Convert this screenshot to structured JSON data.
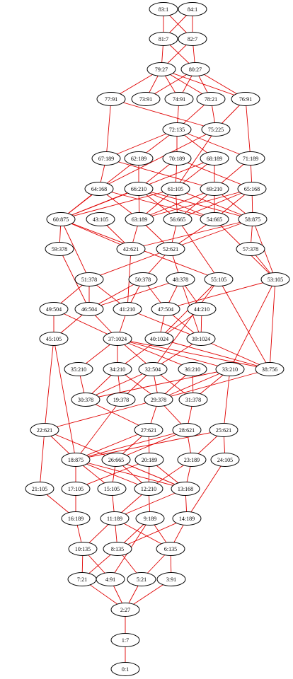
{
  "colors": {
    "edge": "#e00000",
    "node_stroke": "#000000",
    "background": "#ffffff",
    "label": "#000000"
  },
  "nodes": [
    {
      "id": "n83",
      "label": "83:1"
    },
    {
      "id": "n84",
      "label": "84:1"
    },
    {
      "id": "n81",
      "label": "81:7"
    },
    {
      "id": "n82",
      "label": "82:7"
    },
    {
      "id": "n79",
      "label": "79:27"
    },
    {
      "id": "n80",
      "label": "80:27"
    },
    {
      "id": "n77",
      "label": "77:91"
    },
    {
      "id": "n73",
      "label": "73:91"
    },
    {
      "id": "n74",
      "label": "74:91"
    },
    {
      "id": "n78",
      "label": "78:21"
    },
    {
      "id": "n76",
      "label": "76:91"
    },
    {
      "id": "n72",
      "label": "72:135"
    },
    {
      "id": "n75",
      "label": "75:225"
    },
    {
      "id": "n67",
      "label": "67:189"
    },
    {
      "id": "n62",
      "label": "62:189"
    },
    {
      "id": "n70",
      "label": "70:189"
    },
    {
      "id": "n68",
      "label": "68:189"
    },
    {
      "id": "n71",
      "label": "71:189"
    },
    {
      "id": "n64",
      "label": "64:168"
    },
    {
      "id": "n66",
      "label": "66:210"
    },
    {
      "id": "n61",
      "label": "61:105"
    },
    {
      "id": "n69",
      "label": "69:210"
    },
    {
      "id": "n65",
      "label": "65:168"
    },
    {
      "id": "n60",
      "label": "60:875"
    },
    {
      "id": "n43",
      "label": "43:105"
    },
    {
      "id": "n63",
      "label": "63:189"
    },
    {
      "id": "n56",
      "label": "56:665"
    },
    {
      "id": "n54",
      "label": "54:665"
    },
    {
      "id": "n58",
      "label": "58:875"
    },
    {
      "id": "n59",
      "label": "59:378"
    },
    {
      "id": "n42",
      "label": "42:621"
    },
    {
      "id": "n52",
      "label": "52:621"
    },
    {
      "id": "n57",
      "label": "57:378"
    },
    {
      "id": "n51",
      "label": "51:378"
    },
    {
      "id": "n50",
      "label": "50:378"
    },
    {
      "id": "n48",
      "label": "48:378"
    },
    {
      "id": "n55",
      "label": "55:105"
    },
    {
      "id": "n53",
      "label": "53:105"
    },
    {
      "id": "n49",
      "label": "49:504"
    },
    {
      "id": "n46",
      "label": "46:504"
    },
    {
      "id": "n41",
      "label": "41:210"
    },
    {
      "id": "n47",
      "label": "47:504"
    },
    {
      "id": "n44",
      "label": "44:210"
    },
    {
      "id": "n45",
      "label": "45:105"
    },
    {
      "id": "n37",
      "label": "37:1024"
    },
    {
      "id": "n40",
      "label": "40:1024"
    },
    {
      "id": "n39",
      "label": "39:1024"
    },
    {
      "id": "n35",
      "label": "35:210"
    },
    {
      "id": "n34",
      "label": "34:210"
    },
    {
      "id": "n32",
      "label": "32:504"
    },
    {
      "id": "n36",
      "label": "36:210"
    },
    {
      "id": "n33",
      "label": "33:210"
    },
    {
      "id": "n38",
      "label": "38:756"
    },
    {
      "id": "n30",
      "label": "30:378"
    },
    {
      "id": "n19",
      "label": "19:378"
    },
    {
      "id": "n29",
      "label": "29:378"
    },
    {
      "id": "n31",
      "label": "31:378"
    },
    {
      "id": "n22",
      "label": "22:621"
    },
    {
      "id": "n27",
      "label": "27:621"
    },
    {
      "id": "n28",
      "label": "28:621"
    },
    {
      "id": "n25",
      "label": "25:621"
    },
    {
      "id": "n18",
      "label": "18:875"
    },
    {
      "id": "n26",
      "label": "26:665"
    },
    {
      "id": "n20",
      "label": "20:189"
    },
    {
      "id": "n23",
      "label": "23:189"
    },
    {
      "id": "n24",
      "label": "24:105"
    },
    {
      "id": "n21",
      "label": "21:105"
    },
    {
      "id": "n17",
      "label": "17:105"
    },
    {
      "id": "n15",
      "label": "15:105"
    },
    {
      "id": "n12",
      "label": "12:210"
    },
    {
      "id": "n13",
      "label": "13:168"
    },
    {
      "id": "n16",
      "label": "16:189"
    },
    {
      "id": "n11",
      "label": "11:189"
    },
    {
      "id": "n9",
      "label": "9:189"
    },
    {
      "id": "n14",
      "label": "14:189"
    },
    {
      "id": "n10",
      "label": "10:135"
    },
    {
      "id": "n8",
      "label": "8:135"
    },
    {
      "id": "n6",
      "label": "6:135"
    },
    {
      "id": "n7",
      "label": "7:21"
    },
    {
      "id": "n4",
      "label": "4:91"
    },
    {
      "id": "n5",
      "label": "5:21"
    },
    {
      "id": "n3",
      "label": "3:91"
    },
    {
      "id": "n2",
      "label": "2:27"
    },
    {
      "id": "n1",
      "label": "1:7"
    },
    {
      "id": "n0",
      "label": "0:1"
    }
  ]
}
